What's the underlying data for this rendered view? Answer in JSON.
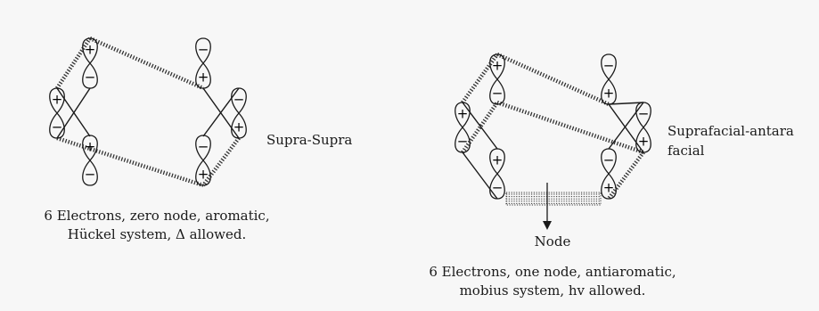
{
  "diagram_left": {
    "label": "Supra-Supra",
    "caption_lines": [
      "6 Electrons, zero node, aromatic,",
      "Hückel system, Δ allowed."
    ]
  },
  "diagram_right": {
    "label_lines": [
      "Suprafacial-antara",
      "facial"
    ],
    "node_label": "Node",
    "caption_lines": [
      "6 Electrons, one node, antiaromatic,",
      "mobius system, hv allowed."
    ]
  },
  "signs": {
    "plus": "+",
    "minus": "−"
  }
}
